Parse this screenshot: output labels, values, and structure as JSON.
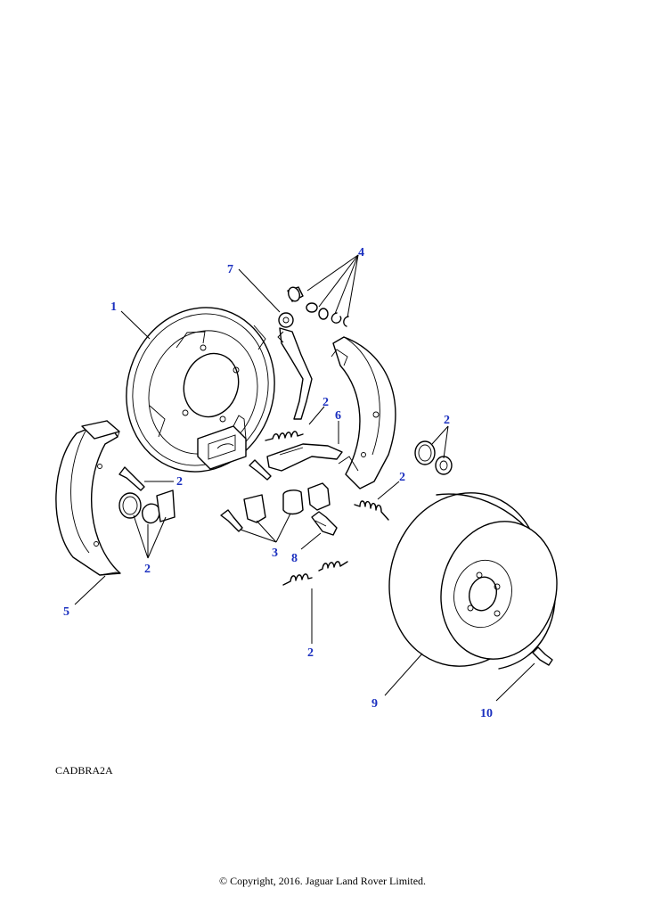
{
  "callouts": {
    "c1": "1",
    "c2a": "2",
    "c2b": "2",
    "c2c": "2",
    "c2d": "2",
    "c2e": "2",
    "c2f": "2",
    "c3": "3",
    "c4": "4",
    "c5": "5",
    "c6": "6",
    "c7": "7",
    "c8": "8",
    "c9": "9",
    "c10": "10"
  },
  "reference_code": "CADBRA2A",
  "copyright": "© Copyright, 2016. Jaguar Land Rover Limited.",
  "colors": {
    "callout": "#1a2fbf",
    "line": "#000000",
    "background": "#ffffff"
  }
}
